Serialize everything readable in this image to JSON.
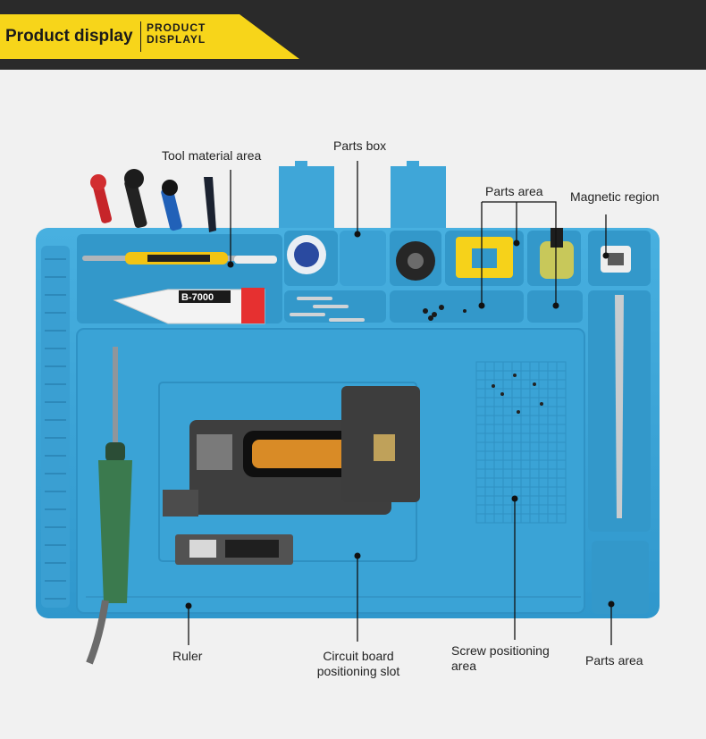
{
  "banner": {
    "title": "Product display",
    "subtitle_line1": "PRODUCT",
    "subtitle_line2": "DISPLAYL",
    "accent_color": "#f7d51a",
    "header_color": "#2a2a2a"
  },
  "mat": {
    "color": "#3aa3d6",
    "tube_brand": "B-7000"
  },
  "labels": {
    "tool_material": "Tool material area",
    "parts_box": "Parts box",
    "parts_area_top": "Parts area",
    "magnetic_region": "Magnetic region",
    "ruler": "Ruler",
    "circuit_board_line1": "Circuit board",
    "circuit_board_line2": "positioning slot",
    "screw_positioning_line1": "Screw positioning",
    "screw_positioning_line2": "area",
    "parts_area_bottom": "Parts area"
  }
}
